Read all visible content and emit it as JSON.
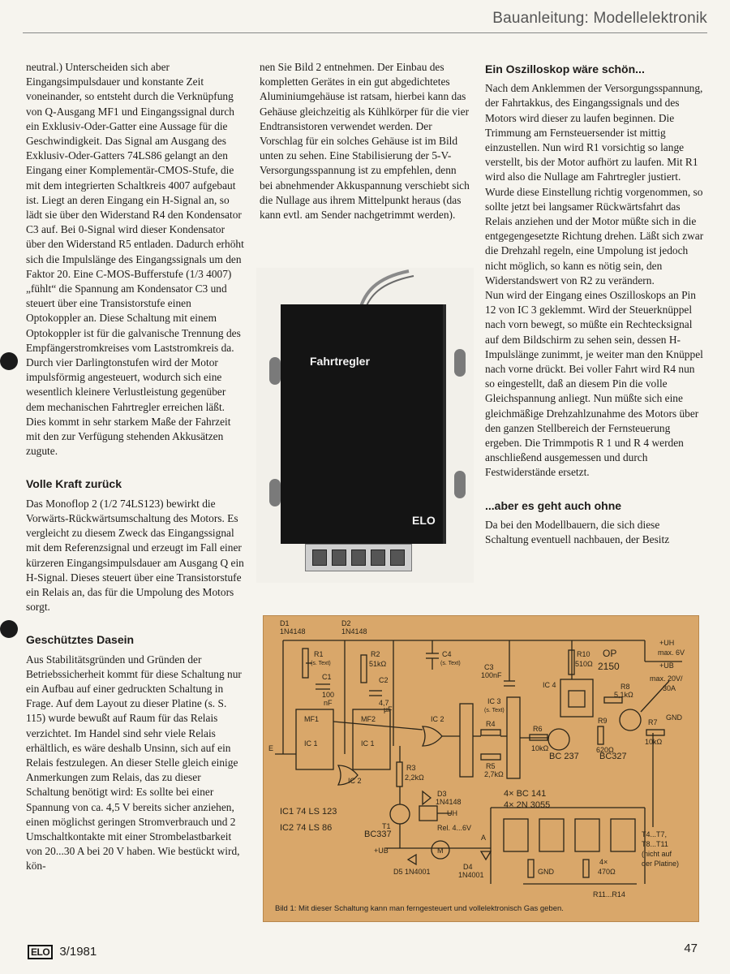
{
  "header": {
    "title": "Bauanleitung: Modellelektronik"
  },
  "col1": {
    "p1": "neutral.) Unterscheiden sich aber Eingangsimpulsdauer und konstante Zeit voneinander, so entsteht durch die Verknüpfung von Q-Ausgang MF1 und Eingangssignal durch ein Exklusiv-Oder-Gatter eine Aussage für die Geschwindigkeit. Das Signal am Ausgang des Exklusiv-Oder-Gatters 74LS86 gelangt an den Eingang einer Komplementär-CMOS-Stufe, die mit dem integrierten Schaltkreis 4007 aufgebaut ist. Liegt an deren Eingang ein H-Signal an, so lädt sie über den Widerstand R4 den Kondensator C3 auf. Bei 0-Signal wird dieser Kondensator über den Widerstand R5 entladen. Dadurch erhöht sich die Impulslänge des Eingangssignals um den Faktor 20. Eine C-MOS-Bufferstufe (1/3 4007) „fühlt“ die Spannung am Kondensator C3 und steuert über eine Transistorstufe einen Optokoppler an. Diese Schaltung mit einem Optokoppler ist für die galvanische Trennung des Empfängerstromkreises vom Laststromkreis da. Durch vier Darlingtonstufen wird der Motor impulsförmig angesteuert, wodurch sich eine wesentlich kleinere Verlustleistung gegenüber dem mechanischen Fahrtregler erreichen läßt. Dies kommt in sehr starkem Maße der Fahrzeit mit den zur Verfügung stehenden Akkusätzen zugute.",
    "h2": "Volle Kraft zurück",
    "p2": "Das Monoflop 2 (1/2 74LS123) bewirkt die Vorwärts-Rückwärtsumschaltung des Motors. Es vergleicht zu diesem Zweck das Eingangssignal mit dem Referenzsignal und erzeugt im Fall einer kürzeren Eingangsimpulsdauer am Ausgang Q ein H-Signal. Dieses steuert über eine Transistorstufe ein Relais an, das für die Umpolung des Motors sorgt.",
    "h3": "Geschütztes Dasein",
    "p3": "Aus Stabilitätsgründen und Gründen der Betriebssicherheit kommt für diese Schaltung nur ein Aufbau auf einer gedruckten Schaltung in Frage. Auf dem Layout zu dieser Platine (s. S. 115) wurde bewußt auf Raum für das Relais verzichtet. Im Handel sind sehr viele Relais erhältlich, es wäre deshalb Unsinn, sich auf ein Relais festzulegen. An dieser Stelle gleich einige Anmerkungen zum Relais, das zu dieser Schaltung benötigt wird: Es sollte bei einer Spannung von ca. 4,5 V bereits sicher anziehen, einen möglichst geringen Stromverbrauch und 2 Umschaltkontakte mit einer Strombelastbarkeit von 20...30 A bei 20 V haben. Wie bestückt wird, kön-"
  },
  "col2": {
    "p1": "nen Sie Bild 2 entnehmen. Der Einbau des kompletten Gerätes in ein gut abgedichtetes Aluminiumgehäuse ist ratsam, hierbei kann das Gehäuse gleichzeitig als Kühlkörper für die vier Endtransistoren verwendet werden. Der Vorschlag für ein solches Gehäuse ist im Bild unten zu sehen. Eine Stabilisierung der 5-V-Versorgungsspannung ist zu empfehlen, denn bei abnehmender Akkuspannung verschiebt sich die Nullage aus ihrem Mittelpunkt heraus (das kann evtl. am Sender nachgetrimmt werden)."
  },
  "photo": {
    "label_top": "Fahrtregler",
    "label_bottom": "ELO"
  },
  "col3": {
    "h1": "Ein Oszilloskop wäre schön...",
    "p1": "Nach dem Anklemmen der Versorgungsspannung, der Fahrtakkus, des Eingangssignals und des Motors wird dieser zu laufen beginnen. Die Trimmung am Fernsteuersender ist mittig einzustellen. Nun wird R1 vorsichtig so lange verstellt, bis der Motor aufhört zu laufen. Mit R1 wird also die Nullage am Fahrtregler justiert. Wurde diese Einstellung richtig vorgenommen, so sollte jetzt bei langsamer Rückwärtsfahrt das Relais anziehen und der Motor müßte sich in die entgegengesetzte Richtung drehen. Läßt sich zwar die Drehzahl regeln, eine Umpolung ist jedoch nicht möglich, so kann es nötig sein, den Widerstandswert von R2 zu verändern.",
    "p2": "Nun wird der Eingang eines Oszilloskops an Pin 12 von IC 3 geklemmt. Wird der Steuerknüppel nach vorn bewegt, so müßte ein Rechtecksignal auf dem Bildschirm zu sehen sein, dessen H-Impulslänge zunimmt, je weiter man den Knüppel nach vorne drückt. Bei voller Fahrt wird R4 nun so eingestellt, daß an diesem Pin die volle Gleichspannung anliegt. Nun müßte sich eine gleichmäßige Drehzahlzunahme des Motors über den ganzen Stellbereich der Fernsteuerung ergeben. Die Trimmpotis R 1 und R 4 werden anschließend ausgemessen und durch Festwiderstände ersetzt.",
    "h2": "...aber es geht auch ohne",
    "p3": "Da bei den Modellbauern, die sich diese Schaltung eventuell nachbauen, der Besitz"
  },
  "schematic": {
    "labels": {
      "d1": "D1",
      "d1n": "1N4148",
      "d2": "D2",
      "d2n": "1N4148",
      "r1": "R1",
      "r1s": "(s. Text)",
      "r2": "R2",
      "r2v": "51kΩ",
      "c1": "C1",
      "c1v": "100",
      "c1u": "nF",
      "c2": "C2",
      "c2v": "4,7",
      "c2u": "µF",
      "c4": "C4",
      "c4s": "(s. Text)",
      "c3": "C3",
      "c3v": "100nF",
      "ic3": "IC 3",
      "ic3s": "(s. Text)",
      "r4": "R4",
      "r5": "R5",
      "r5v": "2,7kΩ",
      "r6": "R6",
      "r6v": "10kΩ",
      "r10": "R10",
      "r10v": "510Ω",
      "op": "OP",
      "op2": "2150",
      "ic4": "IC 4",
      "r8": "R8",
      "r8v": "5,1kΩ",
      "r9": "R9",
      "r9v": "620Ω",
      "r7": "R7",
      "r7v": "10kΩ",
      "gnd": "GND",
      "uh": "+UH",
      "max6": "max. 6V",
      "ub": "+UB",
      "max20": "max. 20V/",
      "a30": "30A",
      "mf1": "MF1",
      "ic1": "IC 1",
      "mf2": "MF2",
      "ic2a": "IC 2",
      "ic2b": "IC 2",
      "e": "E",
      "r3": "R3",
      "r3v": "2,2kΩ",
      "d3": "D3",
      "d3n": "1N4148",
      "t1": "T1",
      "bc337": "BC337",
      "rel": "Rel. 4...6V",
      "ub2": "+UB",
      "bc237": "BC 237",
      "bc327": "BC327",
      "bc141": "4× BC 141",
      "zn3055": "4× 2N 3055",
      "ic1t": "IC1  74 LS 123",
      "ic2t": "IC2  74 LS 86",
      "d5": "D5 1N4001",
      "d4": "D4",
      "d4n": "1N4001",
      "gnd2": "GND",
      "r4x": "4×",
      "r470": "470Ω",
      "r11": "R11...R14",
      "t4": "T4...T7,",
      "t8": "T8...T11",
      "nicht": "(nicht auf",
      "platine": "der Platine)",
      "m": "M",
      "a": "A",
      "uhs": "UH"
    },
    "caption": "Bild 1: Mit dieser Schaltung kann man ferngesteuert und vollelektronisch Gas geben."
  },
  "footer": {
    "logo": "ELO",
    "issue": "3/1981",
    "page": "47"
  }
}
